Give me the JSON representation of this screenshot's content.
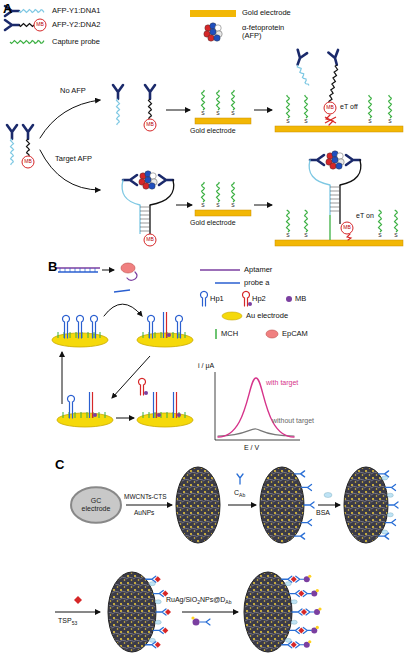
{
  "diagram": {
    "nodes": [
      {
        "text": [
          "GC electrode"
        ]
      }
    ],
    "labels": [
      "A",
      "No AFP",
      "Target AFP",
      "Gold electrode",
      "Gold electrode",
      "eT off",
      "eT on",
      "MB",
      "MB",
      "MB",
      "MB",
      "MB",
      "MB",
      "S",
      "S",
      "S",
      "S",
      "S",
      "S",
      "S",
      "S",
      "S",
      "S",
      "S",
      "S",
      "S",
      "S",
      "B",
      "i / μA",
      "E / V",
      "with target",
      "without target",
      "C",
      "MWCNTs-CTS",
      "AuNPs",
      "C",
      "Ab",
      "BSA",
      "TSP",
      "53",
      "RuAg/SiO",
      "2",
      "NPs@D",
      "Ab"
    ],
    "legend": [
      {
        "text": "AFP-Y1:DNA1"
      },
      {
        "text": "AFP-Y2:DNA2"
      },
      {
        "text": "Capture probe"
      },
      {
        "text": "Gold electrode",
        "color": "#f2b705"
      },
      {
        "text": "α-fetoprotein (AFP)"
      },
      {
        "text": "Aptamer"
      },
      {
        "text": "probe a"
      },
      {
        "text": "Hp1"
      },
      {
        "text": "Hp2"
      },
      {
        "text": "MB"
      },
      {
        "text": "Au electrode"
      },
      {
        "text": "MCH"
      },
      {
        "text": "EpCAM"
      }
    ]
  }
}
